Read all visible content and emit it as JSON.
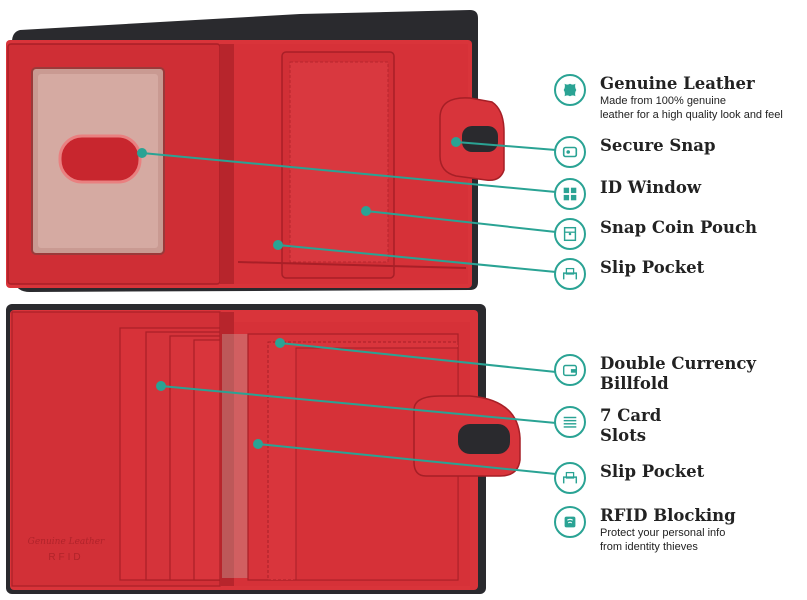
{
  "colors": {
    "accent": "#2aa394",
    "leather_red": "#d9343a",
    "leather_dark": "#2a2a2e"
  },
  "wallet_emboss": {
    "line1": "Genuine Leather",
    "line2": "RFID"
  },
  "features": [
    {
      "icon": "leather-hide-icon",
      "title": "Genuine Leather",
      "desc1": "Made from 100% genuine",
      "desc2": "leather for a high quality look and feel"
    },
    {
      "icon": "snap-icon",
      "title": "Secure Snap"
    },
    {
      "icon": "grid-window-icon",
      "title": "ID Window"
    },
    {
      "icon": "coin-pouch-icon",
      "title": "Snap Coin Pouch"
    },
    {
      "icon": "slip-pocket-icon",
      "title": "Slip Pocket"
    },
    {
      "icon": "wallet-icon",
      "title1": "Double Currency",
      "title2": "Billfold"
    },
    {
      "icon": "card-stack-icon",
      "title1": "7 Card",
      "title2": "Slots"
    },
    {
      "icon": "slip-pocket-icon",
      "title": "Slip Pocket"
    },
    {
      "icon": "rfid-icon",
      "title": "RFID Blocking",
      "desc1": "Protect your personal info",
      "desc2": "from identity thieves"
    }
  ]
}
